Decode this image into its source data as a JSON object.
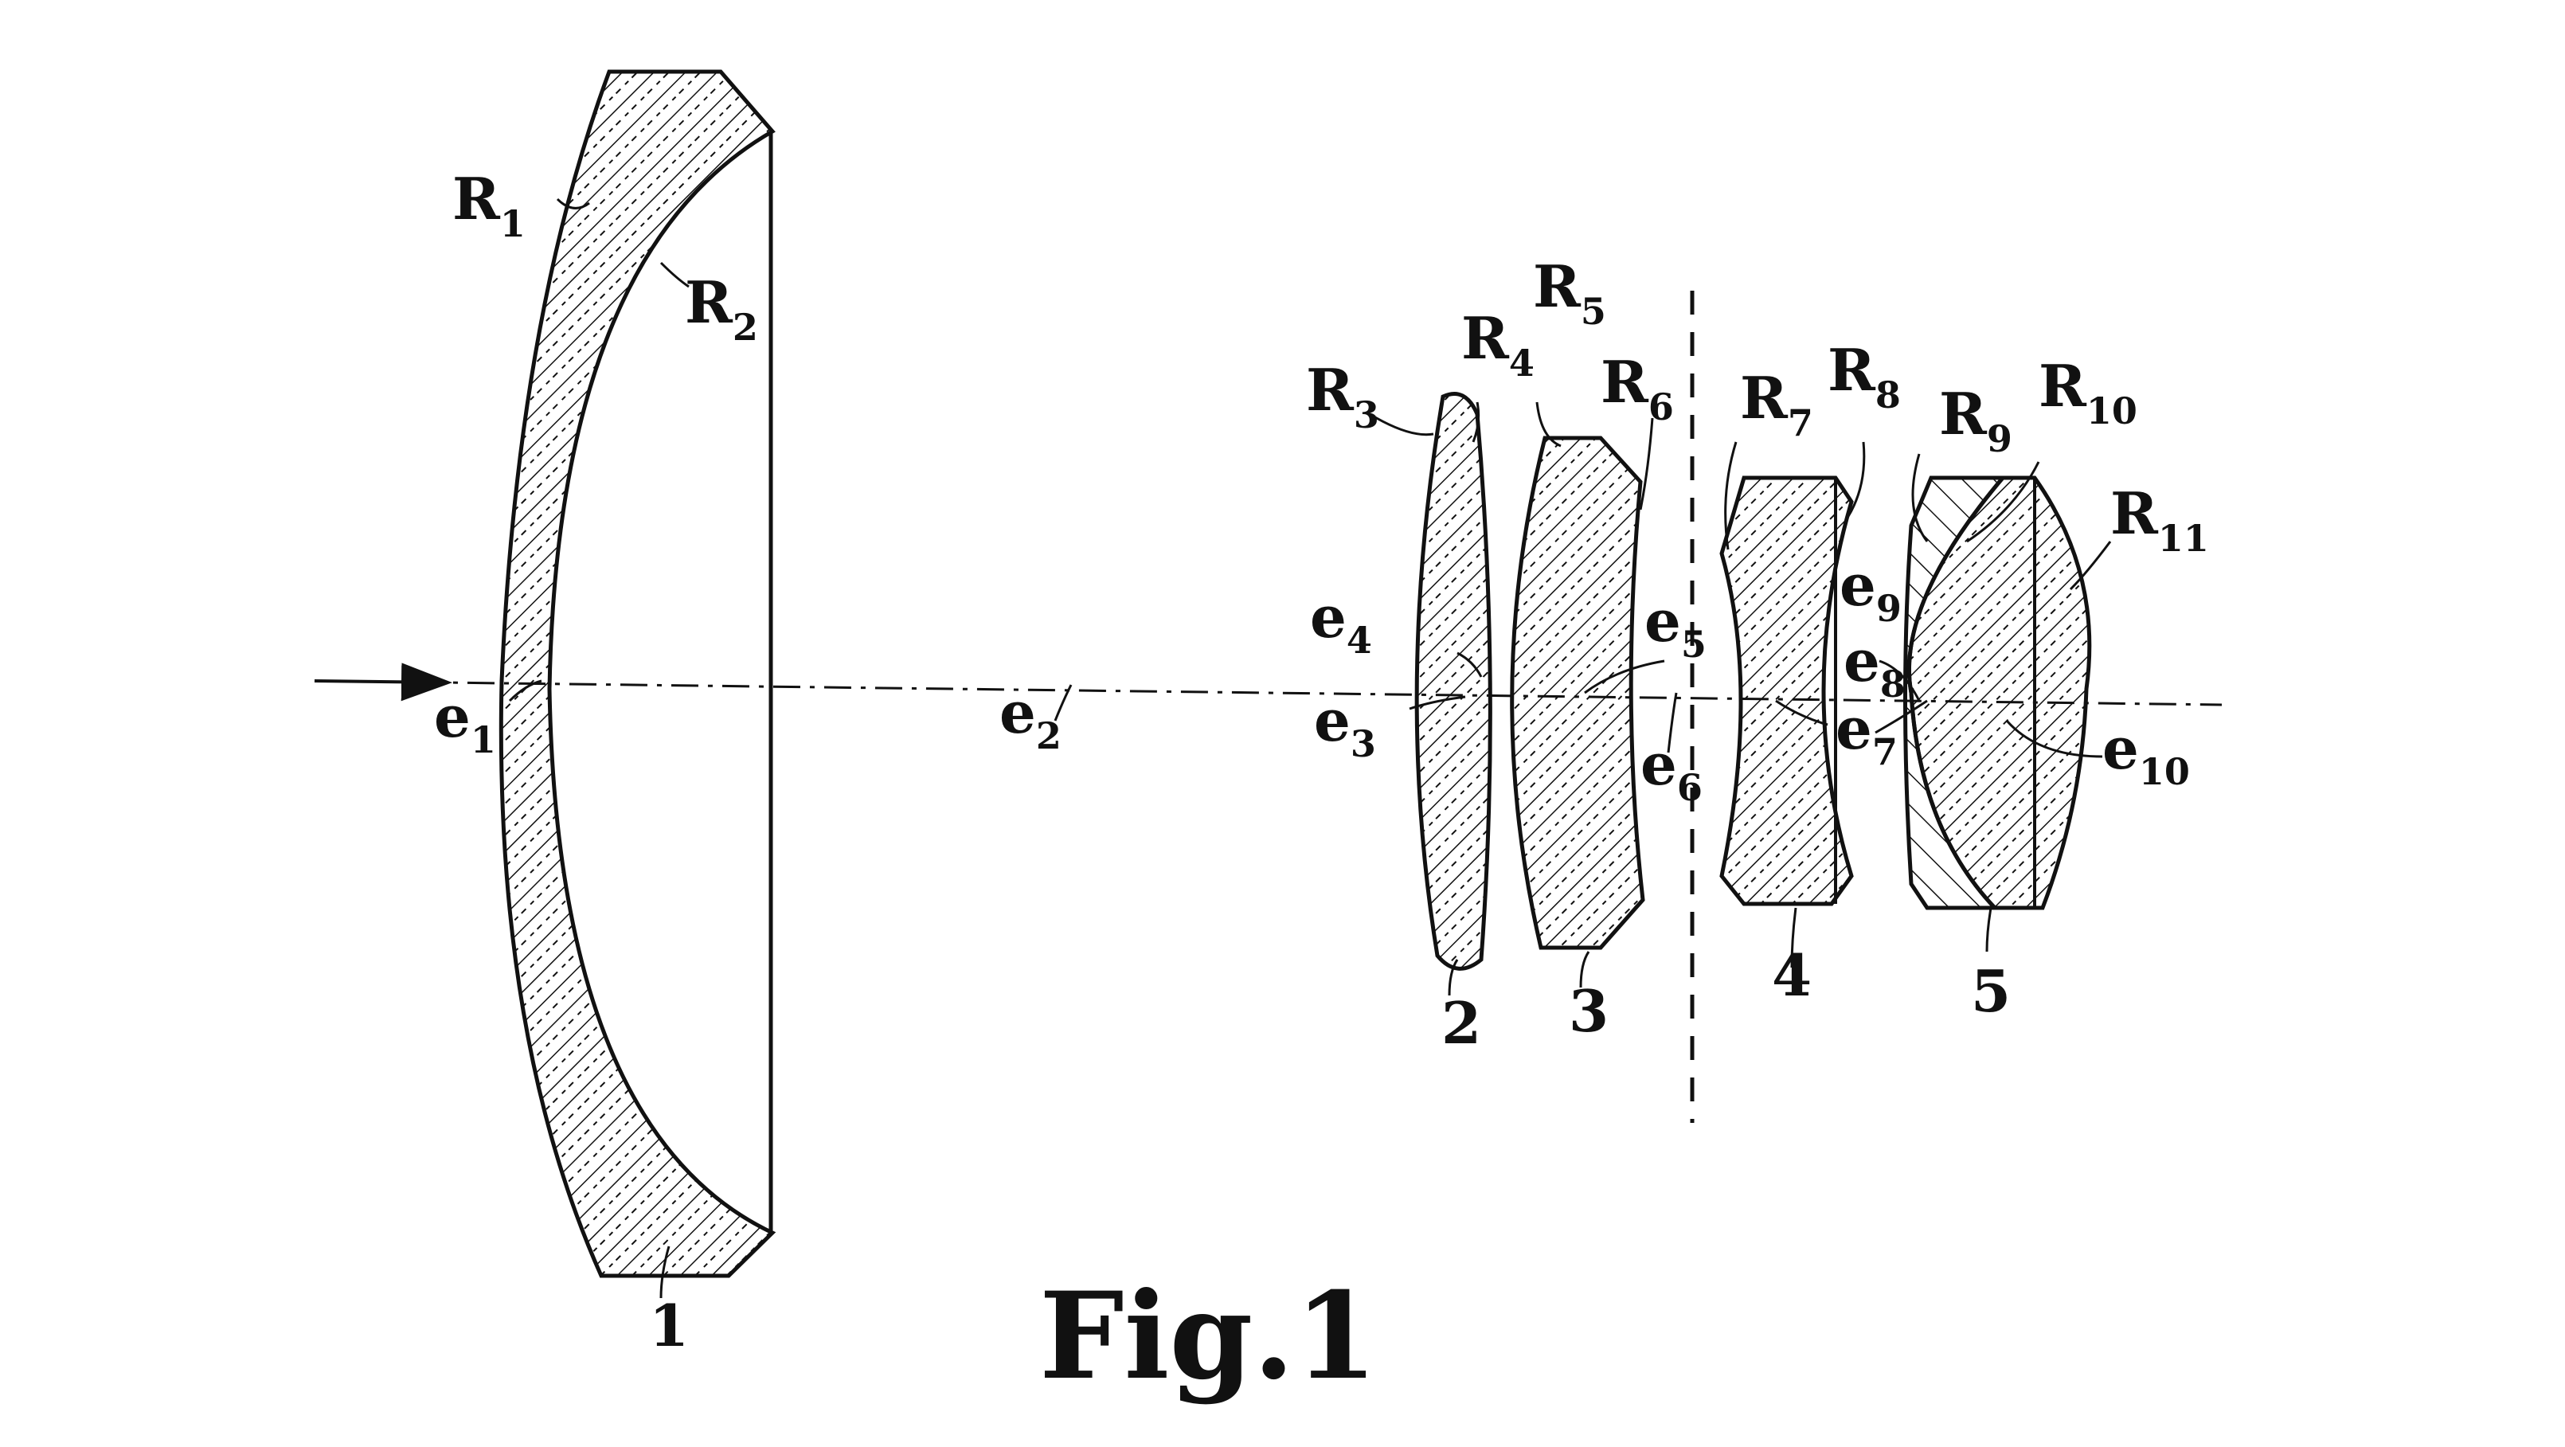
{
  "figure": {
    "caption": "Fig.1"
  },
  "elements": [
    {
      "id": "1",
      "label": "1"
    },
    {
      "id": "2",
      "label": "2"
    },
    {
      "id": "3",
      "label": "3"
    },
    {
      "id": "4",
      "label": "4"
    },
    {
      "id": "5",
      "label": "5"
    }
  ],
  "radii": [
    {
      "main": "R",
      "sub": "1"
    },
    {
      "main": "R",
      "sub": "2"
    },
    {
      "main": "R",
      "sub": "3"
    },
    {
      "main": "R",
      "sub": "4"
    },
    {
      "main": "R",
      "sub": "5"
    },
    {
      "main": "R",
      "sub": "6"
    },
    {
      "main": "R",
      "sub": "7"
    },
    {
      "main": "R",
      "sub": "8"
    },
    {
      "main": "R",
      "sub": "9"
    },
    {
      "main": "R",
      "sub": "10"
    },
    {
      "main": "R",
      "sub": "11"
    }
  ],
  "spacings": [
    {
      "main": "e",
      "sub": "1"
    },
    {
      "main": "e",
      "sub": "2"
    },
    {
      "main": "e",
      "sub": "3"
    },
    {
      "main": "e",
      "sub": "4"
    },
    {
      "main": "e",
      "sub": "5"
    },
    {
      "main": "e",
      "sub": "6"
    },
    {
      "main": "e",
      "sub": "7"
    },
    {
      "main": "e",
      "sub": "8"
    },
    {
      "main": "e",
      "sub": "9"
    },
    {
      "main": "e",
      "sub": "10"
    }
  ],
  "colors": {
    "ink": "#111111",
    "background": "#ffffff"
  }
}
